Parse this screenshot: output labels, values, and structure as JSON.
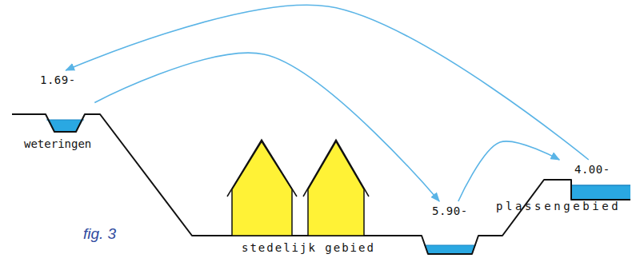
{
  "diagram": {
    "nodes": [
      {
        "text": [
          "1.69-",
          "weteringen"
        ]
      },
      {
        "text": [
          "5.90-"
        ]
      },
      {
        "text": [
          "4.00-",
          "plassengebied"
        ]
      }
    ],
    "edges": [
      {
        "from": 0,
        "to": 1,
        "arrow": "to"
      },
      {
        "from": 1,
        "to": 2,
        "arrow": "to"
      },
      {
        "from": 2,
        "to": 0,
        "arrow": "to"
      }
    ],
    "labels": [
      "stedelijk gebied",
      "fig. 3"
    ]
  }
}
